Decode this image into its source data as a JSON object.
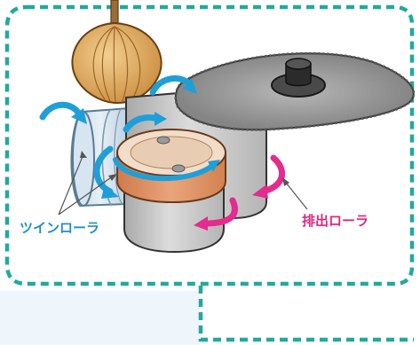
{
  "labels": {
    "twin_roller": "ツインローラ",
    "discharge_roller": "排出ローラ"
  },
  "colors": {
    "frame": "#22a99f",
    "blue_arrow": "#1f9fd8",
    "pink_arrow": "#e42b8e",
    "blue_label": "#1d8fce",
    "pink_label": "#e0257f",
    "roller_copper": "#dd8c5e",
    "body_gray": "#c8c8c8",
    "blade_gray": "#8e8e8e"
  },
  "icons": {
    "onion": "onion-icon",
    "saw_blade": "circular-saw-blade",
    "twin_roller": "twin-roller",
    "discharge_roller": "discharge-roller"
  }
}
